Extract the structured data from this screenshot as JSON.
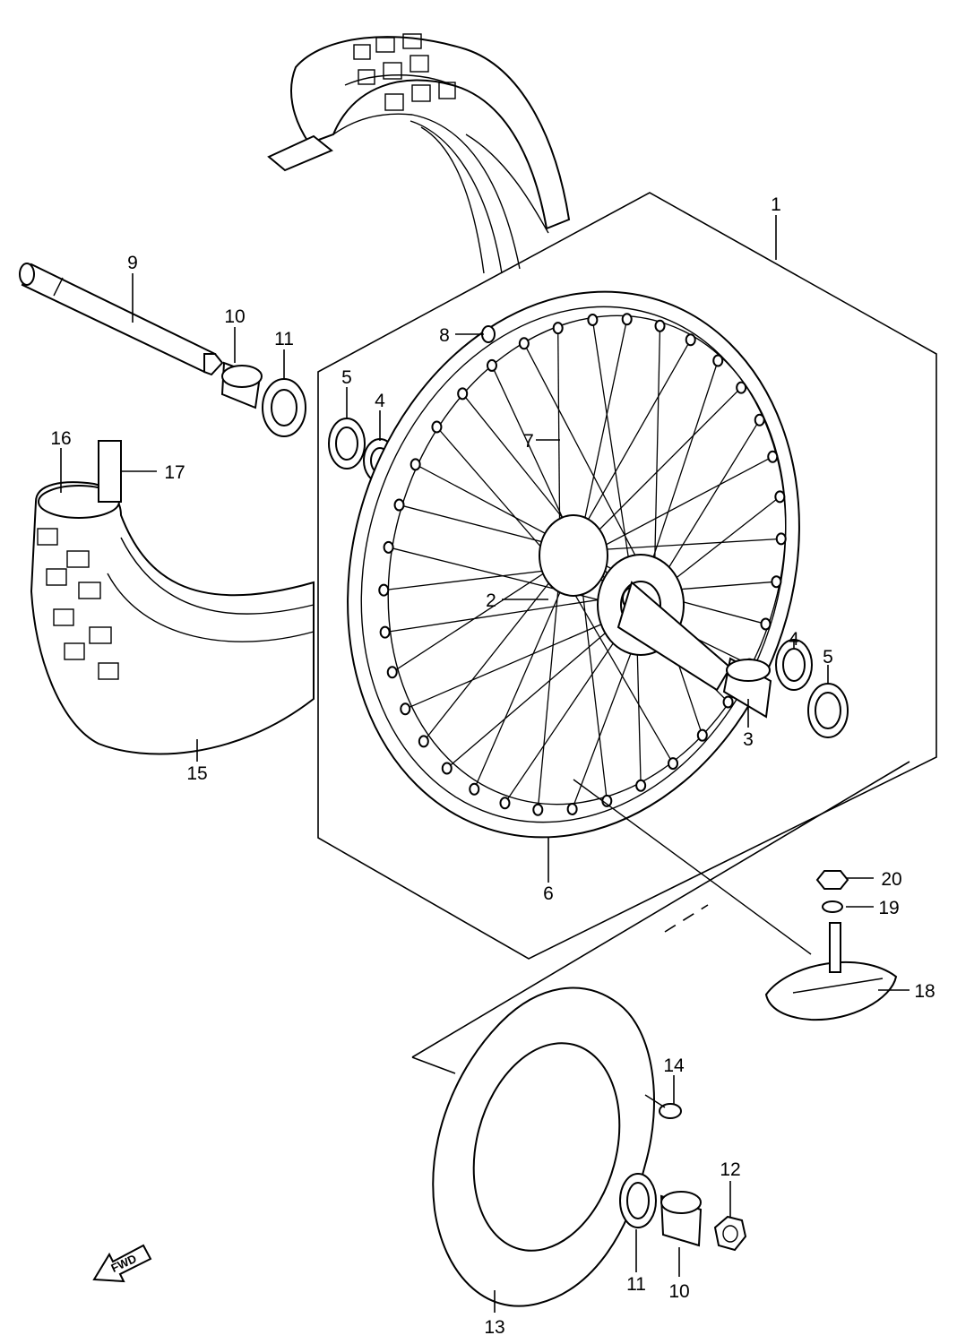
{
  "callouts": [
    {
      "id": "p1",
      "text": "1"
    },
    {
      "id": "p2",
      "text": "2"
    },
    {
      "id": "p3",
      "text": "3"
    },
    {
      "id": "p4a",
      "text": "4"
    },
    {
      "id": "p4b",
      "text": "4"
    },
    {
      "id": "p5a",
      "text": "5"
    },
    {
      "id": "p5b",
      "text": "5"
    },
    {
      "id": "p6",
      "text": "6"
    },
    {
      "id": "p7",
      "text": "7"
    },
    {
      "id": "p8",
      "text": "8"
    },
    {
      "id": "p9",
      "text": "9"
    },
    {
      "id": "p10a",
      "text": "10"
    },
    {
      "id": "p10b",
      "text": "10"
    },
    {
      "id": "p11a",
      "text": "11"
    },
    {
      "id": "p11b",
      "text": "11"
    },
    {
      "id": "p12",
      "text": "12"
    },
    {
      "id": "p13",
      "text": "13"
    },
    {
      "id": "p14",
      "text": "14"
    },
    {
      "id": "p15",
      "text": "15"
    },
    {
      "id": "p16",
      "text": "16"
    },
    {
      "id": "p17",
      "text": "17"
    },
    {
      "id": "p18",
      "text": "18"
    },
    {
      "id": "p19",
      "text": "19"
    },
    {
      "id": "p20",
      "text": "20"
    }
  ],
  "fwd_label": "FWD"
}
